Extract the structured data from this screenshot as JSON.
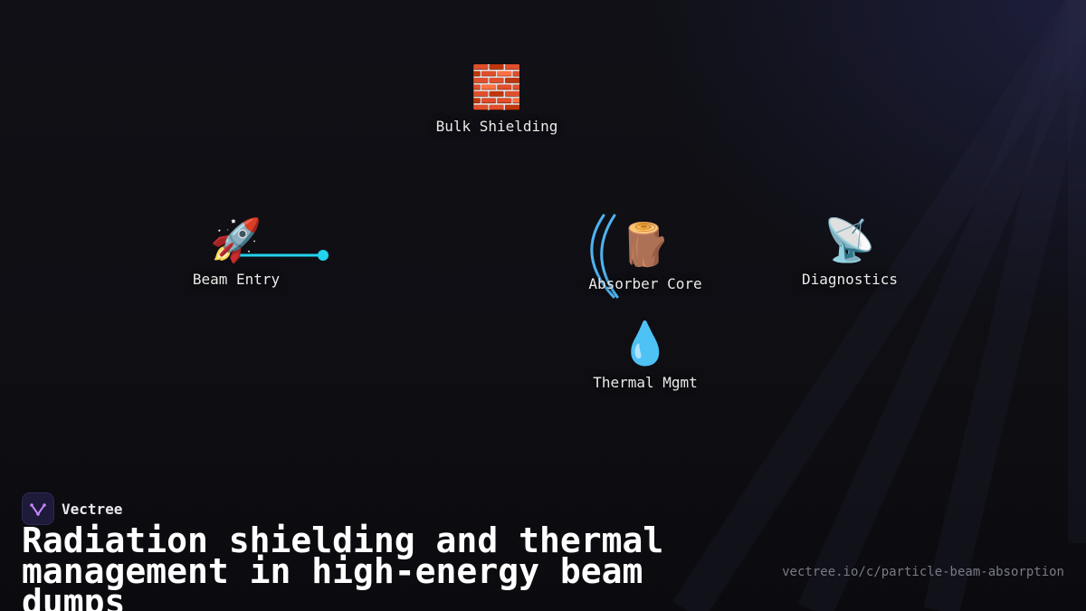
{
  "diagram": {
    "nodes": [
      {
        "id": "n-shield",
        "icon": "🧱",
        "icon_name": "brick-wall-icon",
        "label": "Bulk Shielding"
      },
      {
        "id": "n-entry",
        "icon": "🚀",
        "icon_name": "rocket-icon",
        "label": "Beam Entry"
      },
      {
        "id": "n-core",
        "icon": "🪵",
        "icon_name": "wood-log-icon",
        "label": "Absorber Core"
      },
      {
        "id": "n-diag",
        "icon": "📡",
        "icon_name": "satellite-dish-icon",
        "label": "Diagnostics"
      },
      {
        "id": "n-thermal",
        "icon": "💧",
        "icon_name": "water-droplet-icon",
        "label": "Thermal Mgmt"
      }
    ],
    "colors": {
      "beam": "#22d3ee",
      "arc": "#4fb3f0"
    }
  },
  "brand": {
    "name": "Vectree",
    "logo_color": "#c084fc"
  },
  "footer": {
    "title_line1": "Radiation shielding and thermal",
    "title_line2": "management in high-energy beam dumps",
    "url": "vectree.io/c/particle-beam-absorption"
  }
}
